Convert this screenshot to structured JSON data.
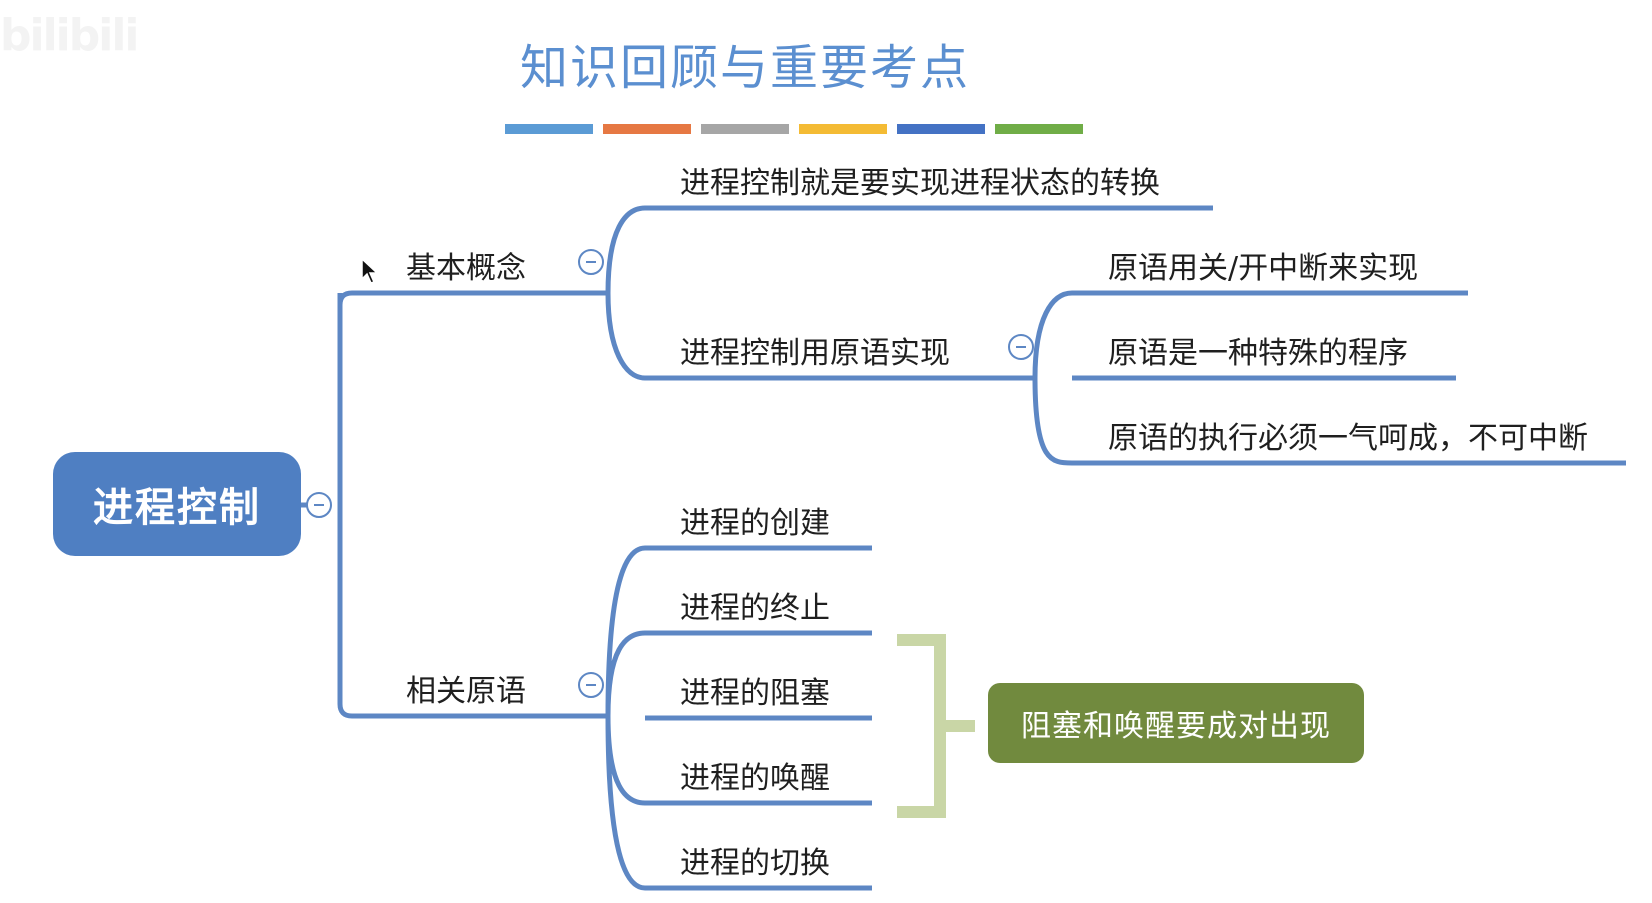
{
  "page": {
    "title": "知识回顾与重要考点",
    "watermark": "bilibili",
    "title_strip_colors": [
      "#5b9bd5",
      "#e67843",
      "#a6a6a6",
      "#f4bb34",
      "#4472c4",
      "#70ad47"
    ]
  },
  "mindmap": {
    "root": "进程控制",
    "branches": [
      {
        "label": "基本概念",
        "children": [
          {
            "label": "进程控制就是要实现进程状态的转换"
          },
          {
            "label": "进程控制用原语实现",
            "children": [
              {
                "label": "原语用关/开中断来实现"
              },
              {
                "label": "原语是一种特殊的程序"
              },
              {
                "label": "原语的执行必须一气呵成，不可中断"
              }
            ]
          }
        ]
      },
      {
        "label": "相关原语",
        "children": [
          {
            "label": "进程的创建"
          },
          {
            "label": "进程的终止"
          },
          {
            "label": "进程的阻塞"
          },
          {
            "label": "进程的唤醒"
          },
          {
            "label": "进程的切换"
          }
        ]
      }
    ],
    "note": "阻塞和唤醒要成对出现"
  },
  "colors": {
    "line": "#5d87c4",
    "root_fill": "#4f7fc2",
    "note_fill": "#718a3e",
    "bracket": "#c9d6a6",
    "title": "#5b8fd0"
  },
  "icons": [
    "collapse-icon",
    "cursor-icon"
  ]
}
